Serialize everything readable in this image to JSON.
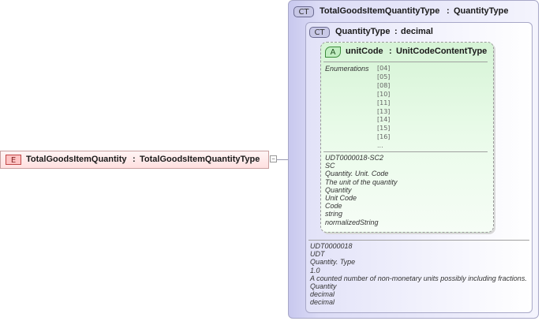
{
  "element": {
    "badge": "E",
    "name": "TotalGoodsItemQuantity",
    "sep": ":",
    "type": "TotalGoodsItemQuantityType",
    "expander": "−"
  },
  "outer_type": {
    "badge": "CT",
    "name": "TotalGoodsItemQuantityType",
    "sep": ":",
    "base": "QuantityType"
  },
  "inner_type": {
    "badge": "CT",
    "name": "QuantityType",
    "sep": ":",
    "base": "decimal",
    "doc": [
      "UDT0000018",
      "UDT",
      "Quantity. Type",
      "1.0",
      "A counted number of non-monetary units possibly including fractions.",
      "Quantity",
      "decimal",
      "decimal"
    ]
  },
  "attribute": {
    "badge": "A",
    "name": "unitCode",
    "sep": ":",
    "type": "UnitCodeContentType",
    "enum_label": "Enumerations",
    "enumerations": [
      "[04]",
      "[05]",
      "[08]",
      "[10]",
      "[11]",
      "[13]",
      "[14]",
      "[15]",
      "[16]",
      "..."
    ],
    "doc": [
      "UDT0000018-SC2",
      "SC",
      "Quantity. Unit. Code",
      "The unit of the quantity",
      "Quantity",
      "Unit Code",
      "Code",
      "string",
      "normalizedString"
    ]
  },
  "colors": {
    "element_bg": "#ffe0e0",
    "element_badge": "#ffb8b8",
    "complex_type_bg": "#dcdcf6",
    "attribute_bg": "#eafbea"
  }
}
